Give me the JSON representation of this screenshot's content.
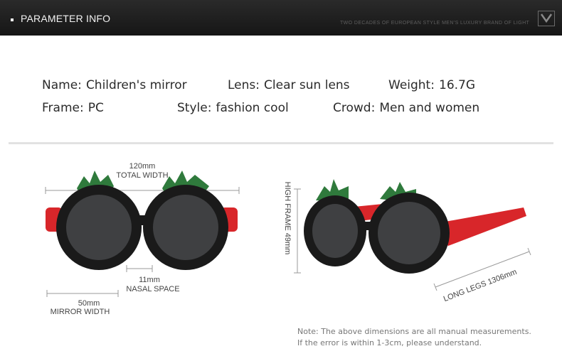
{
  "header": {
    "title": "PARAMETER INFO",
    "tagline": "TWO DECADES OF EUROPEAN STYLE MEN'S LUXURY BRAND OF LIGHT"
  },
  "params": {
    "name": {
      "label": "Name:",
      "value": "Children's mirror"
    },
    "lens": {
      "label": "Lens:",
      "value": "Clear sun lens"
    },
    "weight": {
      "label": "Weight:",
      "value": "16.7G"
    },
    "frame": {
      "label": "Frame:",
      "value": "PC"
    },
    "style": {
      "label": "Style:",
      "value": "fashion cool"
    },
    "crowd": {
      "label": "Crowd:",
      "value": "Men and women"
    }
  },
  "dimensions": {
    "total_width_value": "120mm",
    "total_width_label": "TOTAL WIDTH",
    "nasal_value": "11mm",
    "nasal_label": "NASAL SPACE",
    "mirror_value": "50mm",
    "mirror_label": "MIRROR WIDTH",
    "high_frame": "HIGH FRAME  49mm",
    "long_legs": "LONG LEGS  1306mm"
  },
  "note": {
    "line1": "Note: The above dimensions are all manual measurements.",
    "line2": "If the error is within 1-3cm, please understand."
  },
  "colors": {
    "frame": "#1a1a1a",
    "lens": "#3f4042",
    "leaf": "#2f7a3c",
    "temple": "#d8262a"
  }
}
